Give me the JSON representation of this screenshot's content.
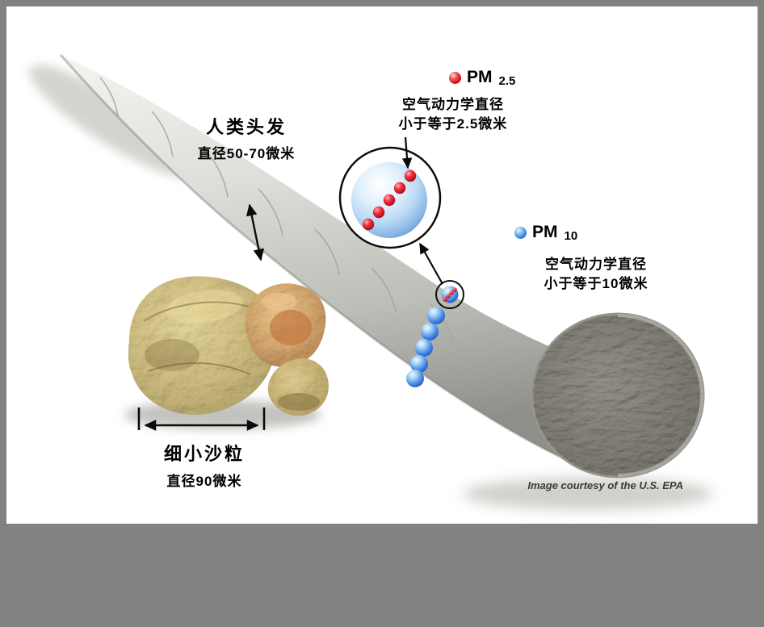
{
  "colors": {
    "background_gray": "#828282",
    "canvas_white": "#ffffff",
    "pm25_red": "#cc0018",
    "pm10_blue": "#1e62cc",
    "hair_gray": "#bdbdb7",
    "sand_tan": "#c3af6e"
  },
  "labels": {
    "hair_title": "人类头发",
    "hair_diameter": "直径50-70微米",
    "pm25_name": "PM",
    "pm25_sub": "2.5",
    "pm25_line1": "空气动力学直径",
    "pm25_line2": "小于等于2.5微米",
    "pm10_name": "PM",
    "pm10_sub": "10",
    "pm10_line1": "空气动力学直径",
    "pm10_line2": "小于等于10微米",
    "sand_title": "细小沙粒",
    "sand_diameter": "直径90微米",
    "credit": "Image courtesy of the U.S. EPA"
  }
}
